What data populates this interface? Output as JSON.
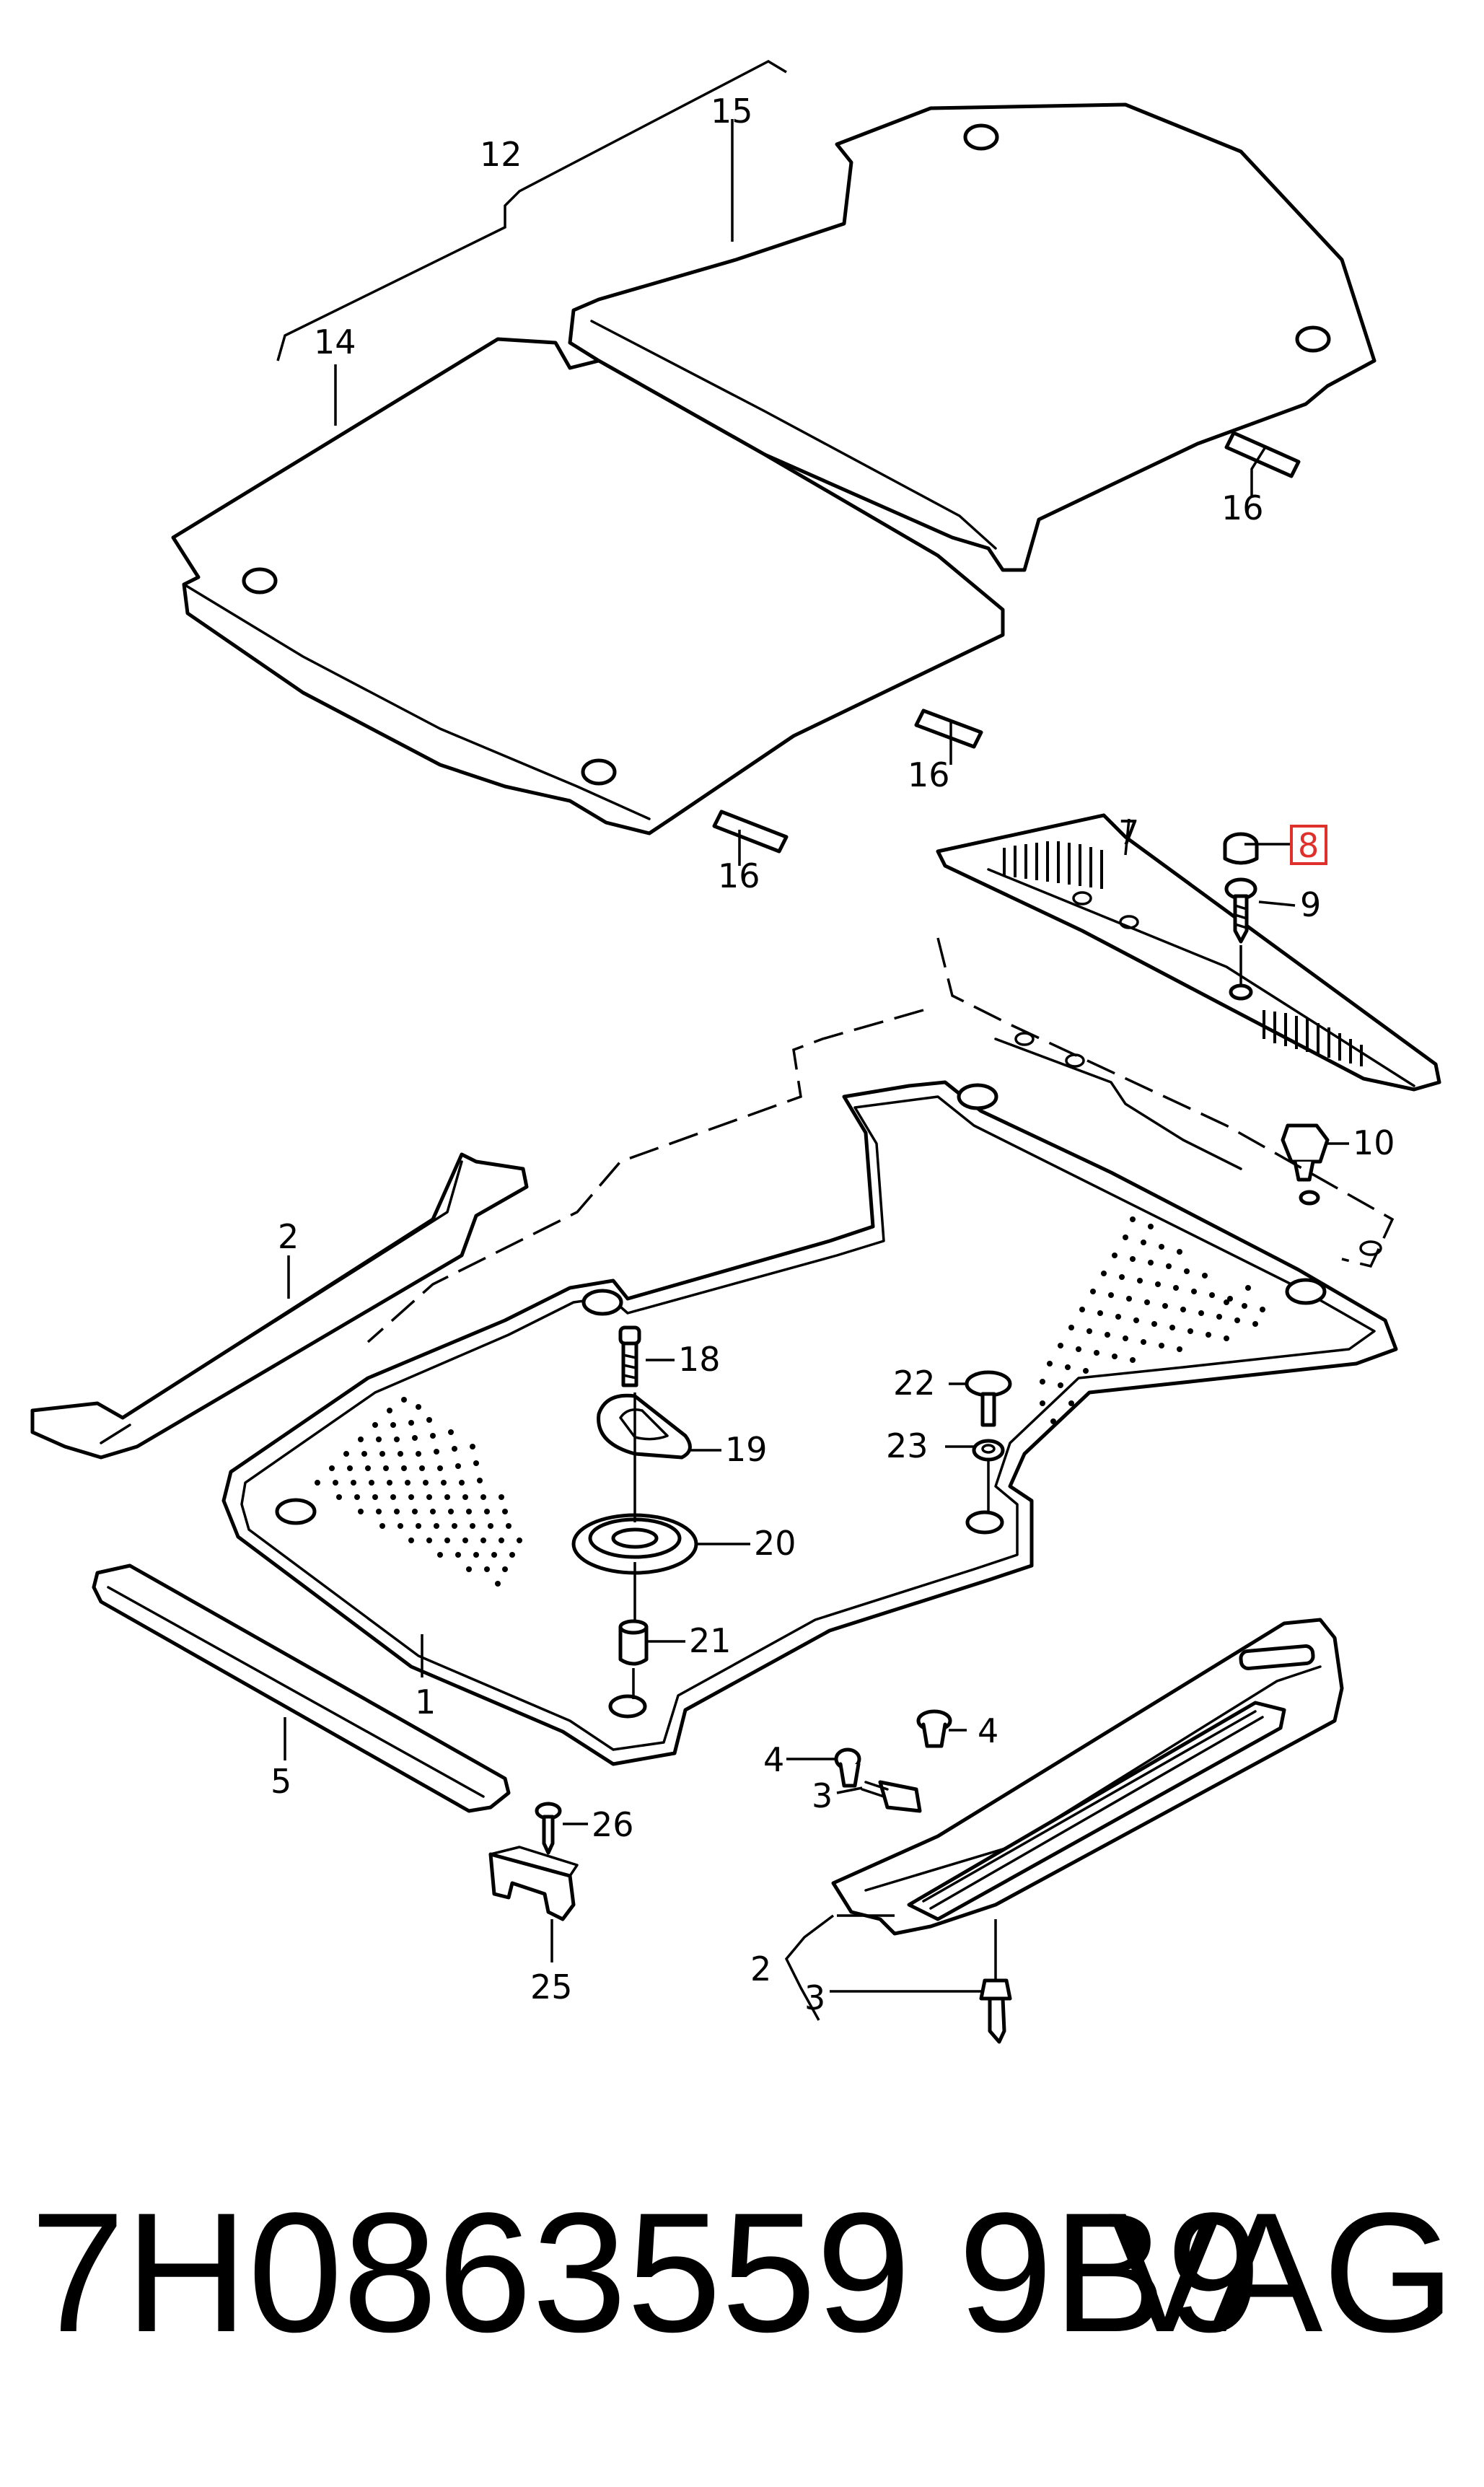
{
  "diagram": {
    "callouts": {
      "c1": "1",
      "c2a": "2",
      "c2b": "2",
      "c3a": "3",
      "c3b": "3",
      "c4a": "4",
      "c4b": "4",
      "c5": "5",
      "c7": "7",
      "c8": "8",
      "c9": "9",
      "c10": "10",
      "c12": "12",
      "c14": "14",
      "c15": "15",
      "c16a": "16",
      "c16b": "16",
      "c16c": "16",
      "c18": "18",
      "c19": "19",
      "c20": "20",
      "c21": "21",
      "c22": "22",
      "c23": "23",
      "c25": "25",
      "c26": "26"
    },
    "highlight_color": "#e0302b"
  },
  "footer": {
    "part_number": "7H0863559 9B9",
    "brand": "VAG"
  }
}
